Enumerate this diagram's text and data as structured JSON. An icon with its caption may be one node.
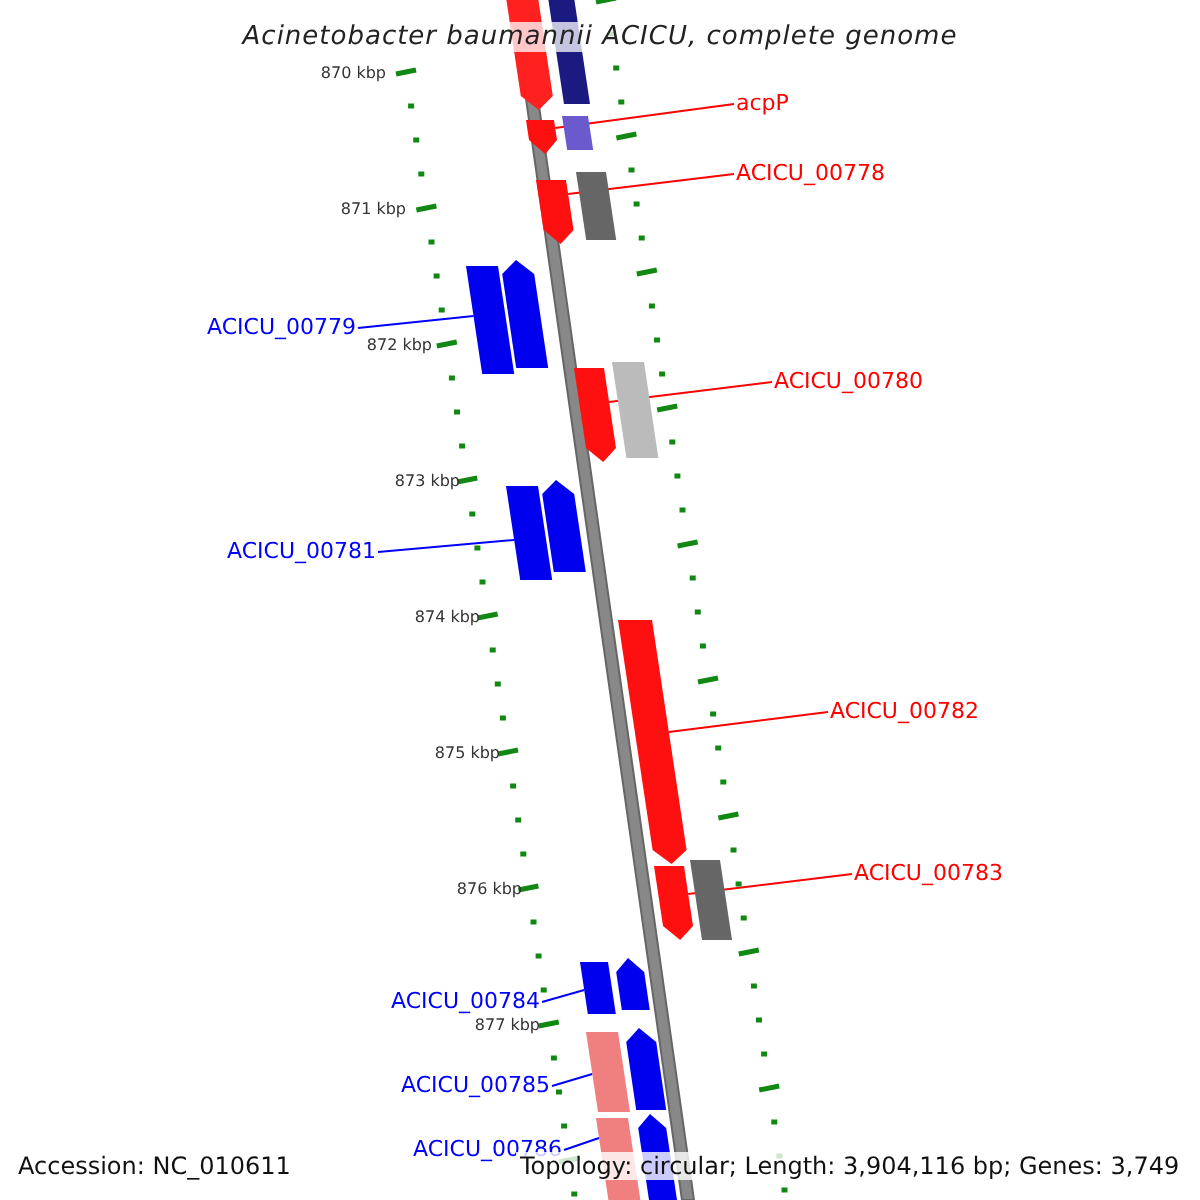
{
  "diagram": {
    "title": "Acinetobacter baumannii ACICU, complete genome",
    "nodes": [
      {
        "text": [
          "acpP"
        ]
      },
      {
        "text": [],
        "shape": "bar"
      },
      {
        "text": [
          "ACICU_00778"
        ]
      },
      {
        "text": [],
        "shape": "bar"
      },
      {
        "text": [
          "ACICU_00779"
        ]
      },
      {
        "text": [],
        "shape": "bar"
      },
      {
        "text": [
          "ACICU_00780"
        ]
      },
      {
        "text": [],
        "shape": "bar"
      },
      {
        "text": [
          "ACICU_00781"
        ]
      },
      {
        "text": [],
        "shape": "bar"
      },
      {
        "text": [
          "ACICU_00782"
        ]
      },
      {
        "text": [],
        "shape": "bar"
      },
      {
        "text": [
          "ACICU_00783"
        ]
      },
      {
        "text": [],
        "shape": "bar"
      },
      {
        "text": [
          "ACICU_00784"
        ]
      },
      {
        "text": [],
        "shape": "bar"
      },
      {
        "text": [
          "ACICU_00785"
        ]
      },
      {
        "text": [],
        "shape": "bar"
      },
      {
        "text": [
          "ACICU_00786"
        ]
      },
      {
        "text": [],
        "shape": "bar"
      },
      {
        "text": [],
        "shape": "bar"
      },
      {
        "text": [],
        "shape": "bar"
      },
      {
        "text": [],
        "shape": "bar"
      },
      {
        "text": [],
        "shape": "bar"
      },
      {
        "text": [],
        "shape": "bar"
      },
      {
        "text": [],
        "shape": "bar"
      },
      {
        "text": [],
        "shape": "bar"
      },
      {
        "text": [],
        "shape": "bar"
      },
      {
        "text": [],
        "shape": "bar"
      },
      {
        "text": [],
        "shape": "bar"
      },
      {
        "text": [],
        "shape": "bar"
      }
    ],
    "edges": [
      {
        "from": 0,
        "to": 1,
        "arrow": "none",
        "color": "#ff0000"
      },
      {
        "from": 2,
        "to": 3,
        "arrow": "none",
        "color": "#ff0000"
      },
      {
        "from": 4,
        "to": 5,
        "arrow": "none",
        "color": "#0000ff"
      },
      {
        "from": 6,
        "to": 7,
        "arrow": "none",
        "color": "#ff0000"
      },
      {
        "from": 8,
        "to": 9,
        "arrow": "none",
        "color": "#0000ff"
      },
      {
        "from": 10,
        "to": 11,
        "arrow": "none",
        "color": "#ff0000"
      },
      {
        "from": 12,
        "to": 13,
        "arrow": "none",
        "color": "#ff0000"
      },
      {
        "from": 14,
        "to": 15,
        "arrow": "none",
        "color": "#0000ff"
      },
      {
        "from": 16,
        "to": 17,
        "arrow": "none",
        "color": "#0000ff"
      },
      {
        "from": 18,
        "to": 19,
        "arrow": "none",
        "color": "#0000ff"
      }
    ],
    "labels": [
      "870 kbp",
      "871 kbp",
      "872 kbp",
      "873 kbp",
      "874 kbp",
      "875 kbp",
      "876 kbp",
      "877 kbp",
      "Accession: NC_010611",
      "Topology: circular; Length: 3,904,116 bp; Genes: 3,749"
    ]
  }
}
